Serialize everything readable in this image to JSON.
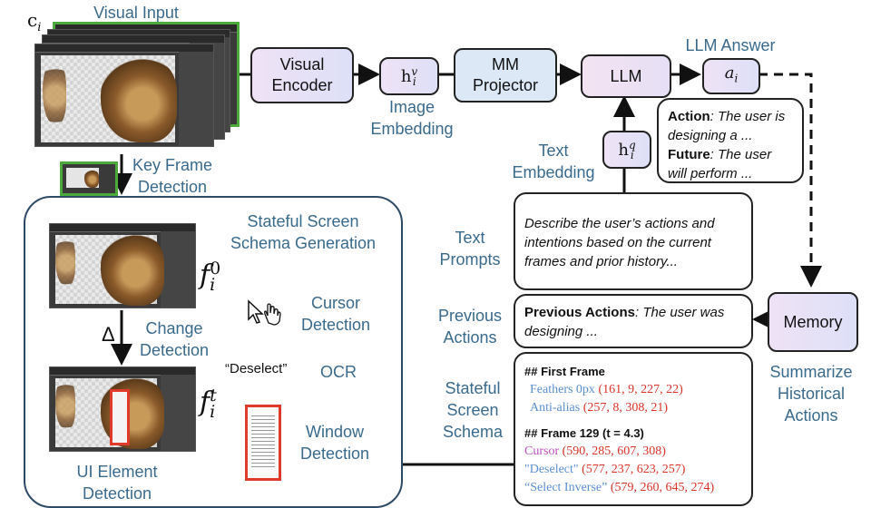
{
  "diagram": {
    "ci_label": "c",
    "ci_sub": "i",
    "visual_input": "Visual Input",
    "visual_encoder": [
      "Visual",
      "Encoder"
    ],
    "image_embedding": [
      "Image",
      "Embedding"
    ],
    "hv_base": "h",
    "hv_sup": "v",
    "hv_sub": "i",
    "mm_projector": [
      "MM",
      "Projector"
    ],
    "llm": "LLM",
    "llm_answer": "LLM Answer",
    "ai_base": "a",
    "ai_sub": "i",
    "hq_base": "h",
    "hq_sup": "q",
    "hq_sub": "i",
    "text_embedding": [
      "Text",
      "Embedding"
    ],
    "answer_box": {
      "action_key": "Action",
      "action_text": ": The user is designing a ...",
      "future_key": "Future",
      "future_text": ": The user will perform ..."
    },
    "key_frame_detection": [
      "Key Frame",
      "Detection"
    ],
    "stateful_screen_schema_generation": [
      "Stateful Screen",
      "Schema Generation"
    ],
    "f0_base": "f",
    "f0_sup": "0",
    "f0_sub": "i",
    "cursor_detection": [
      "Cursor",
      "Detection"
    ],
    "delta": "Δ",
    "change_detection": [
      "Change",
      "Detection"
    ],
    "deselect_quote": "“Deselect”",
    "ocr": "OCR",
    "ft_base": "f",
    "ft_sup": "t",
    "ft_sub": "i",
    "window_detection": [
      "Window",
      "Detection"
    ],
    "ui_element_detection": [
      "UI Element",
      "Detection"
    ],
    "text_prompts": [
      "Text",
      "Prompts"
    ],
    "prompt_text": "Describe the user’s actions and intentions based on the current frames and prior history...",
    "previous_actions": [
      "Previous",
      "Actions"
    ],
    "prev_key": "Previous Actions",
    "prev_text": ": The user was designing ...",
    "memory": "Memory",
    "summarize": [
      "Summarize",
      "Historical",
      "Actions"
    ],
    "stateful_screen_schema": [
      "Stateful",
      "Screen",
      "Schema"
    ],
    "schema": {
      "first_frame_header": "## First Frame",
      "first_frame_items": [
        {
          "name": "Feathers 0px",
          "coords": "(161, 9, 227, 22)",
          "color": "#5b8fd0"
        },
        {
          "name": "Anti-alias",
          "coords": "(257, 8, 308, 21)",
          "color": "#5b8fd0"
        }
      ],
      "frame129_header": "## Frame 129 (t = 4.3)",
      "frame129_items": [
        {
          "name": "Cursor",
          "coords": "(590, 285, 607, 308)",
          "color": "#c050c0"
        },
        {
          "name": "\"Deselect\"",
          "coords": "(577, 237, 623, 257)",
          "color": "#5b8fd0"
        },
        {
          "name": "“Select Inverse”",
          "coords": "(579, 260, 645, 274)",
          "color": "#5b8fd0"
        }
      ]
    }
  }
}
